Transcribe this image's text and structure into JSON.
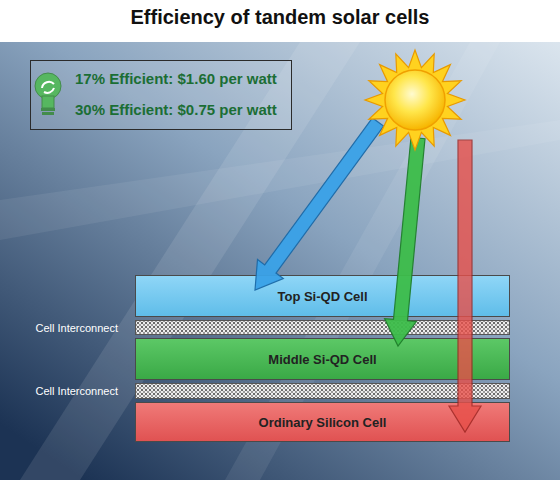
{
  "diagram": {
    "title": "Efficiency of tandem solar cells",
    "nodes": [
      {
        "text": [
          "17% Efficient: $1.60 per watt",
          "30% Efficient: $0.75 per watt"
        ]
      },
      {
        "text": [
          "Top Si-QD Cell"
        ]
      },
      {
        "text": [
          "Cell Interconnect"
        ]
      },
      {
        "text": [
          "Middle Si-QD Cell"
        ]
      },
      {
        "text": [
          "Cell Interconnect"
        ]
      },
      {
        "text": [
          "Ordinary Silicon Cell"
        ]
      }
    ]
  }
}
